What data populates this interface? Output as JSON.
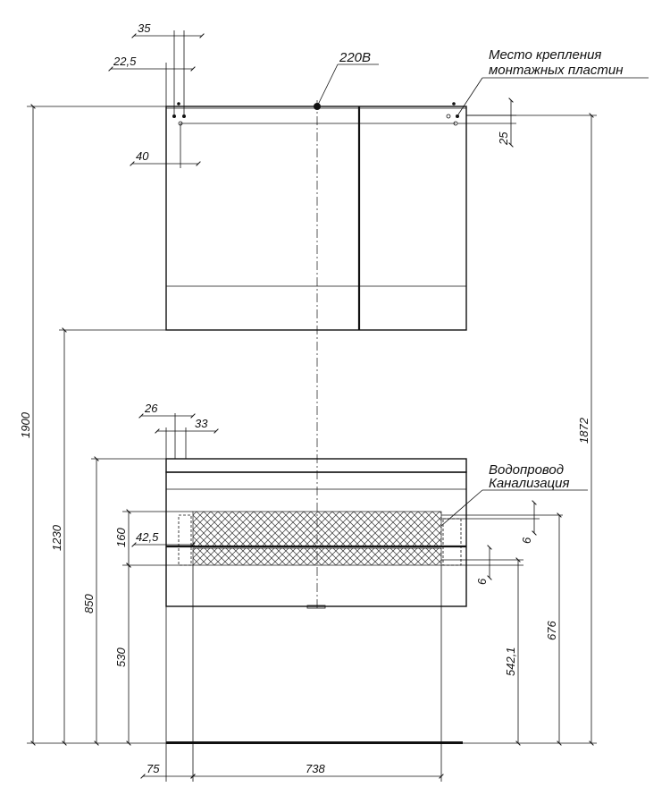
{
  "labels": {
    "power": "220В",
    "mount_line1": "Место крепления",
    "mount_line2": "монтажных пластин",
    "water": "Водопровод",
    "sewer": "Канализация"
  },
  "dimensions": {
    "d35": "35",
    "d22_5": "22,5",
    "d40": "40",
    "d25": "25",
    "d1900": "1900",
    "d1872": "1872",
    "d1230": "1230",
    "d26": "26",
    "d33": "33",
    "d160": "160",
    "d42_5": "42,5",
    "d6a": "6",
    "d6b": "6",
    "d850": "850",
    "d530": "530",
    "d542_1": "542,1",
    "d676": "676",
    "d75": "75",
    "d738": "738"
  }
}
